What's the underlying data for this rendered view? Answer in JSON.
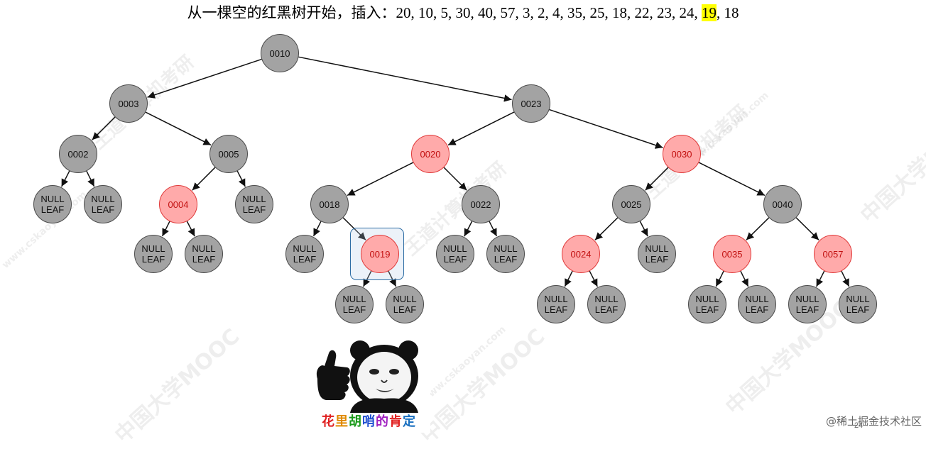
{
  "title": {
    "prefix": "从一棵空的红黑树开始，插入：20, 10, 5, 30, 40, 57, 3, 2, 4, 35, 25, 18, 22, 23, 24, ",
    "highlight": "19",
    "suffix": ", 18"
  },
  "tree": {
    "nodes": [
      {
        "id": "0010",
        "label": "0010",
        "color": "black"
      },
      {
        "id": "0003",
        "label": "0003",
        "color": "black"
      },
      {
        "id": "0023",
        "label": "0023",
        "color": "black"
      },
      {
        "id": "0002",
        "label": "0002",
        "color": "black"
      },
      {
        "id": "0005",
        "label": "0005",
        "color": "black"
      },
      {
        "id": "0020",
        "label": "0020",
        "color": "red"
      },
      {
        "id": "0030",
        "label": "0030",
        "color": "red"
      },
      {
        "id": "0004",
        "label": "0004",
        "color": "red"
      },
      {
        "id": "0018",
        "label": "0018",
        "color": "black"
      },
      {
        "id": "0022",
        "label": "0022",
        "color": "black"
      },
      {
        "id": "0025",
        "label": "0025",
        "color": "black"
      },
      {
        "id": "0040",
        "label": "0040",
        "color": "black"
      },
      {
        "id": "0019",
        "label": "0019",
        "color": "red",
        "selected": true
      },
      {
        "id": "0024",
        "label": "0024",
        "color": "red"
      },
      {
        "id": "0035",
        "label": "0035",
        "color": "red"
      },
      {
        "id": "0057",
        "label": "0057",
        "color": "red"
      },
      {
        "id": "L1",
        "label": "NULL\nLEAF",
        "color": "black",
        "leaf": true
      },
      {
        "id": "L2",
        "label": "NULL\nLEAF",
        "color": "black",
        "leaf": true
      },
      {
        "id": "L3",
        "label": "NULL\nLEAF",
        "color": "black",
        "leaf": true
      },
      {
        "id": "L4",
        "label": "NULL\nLEAF",
        "color": "black",
        "leaf": true
      },
      {
        "id": "L5",
        "label": "NULL\nLEAF",
        "color": "black",
        "leaf": true
      },
      {
        "id": "L6",
        "label": "NULL\nLEAF",
        "color": "black",
        "leaf": true
      },
      {
        "id": "L7",
        "label": "NULL\nLEAF",
        "color": "black",
        "leaf": true
      },
      {
        "id": "L8",
        "label": "NULL\nLEAF",
        "color": "black",
        "leaf": true
      },
      {
        "id": "L9",
        "label": "NULL\nLEAF",
        "color": "black",
        "leaf": true
      },
      {
        "id": "L10",
        "label": "NULL\nLEAF",
        "color": "black",
        "leaf": true
      },
      {
        "id": "L11",
        "label": "NULL\nLEAF",
        "color": "black",
        "leaf": true
      },
      {
        "id": "L12",
        "label": "NULL\nLEAF",
        "color": "black",
        "leaf": true
      },
      {
        "id": "L13",
        "label": "NULL\nLEAF",
        "color": "black",
        "leaf": true
      },
      {
        "id": "L14",
        "label": "NULL\nLEAF",
        "color": "black",
        "leaf": true
      },
      {
        "id": "L15",
        "label": "NULL\nLEAF",
        "color": "black",
        "leaf": true
      },
      {
        "id": "L16",
        "label": "NULL\nLEAF",
        "color": "black",
        "leaf": true
      },
      {
        "id": "L17",
        "label": "NULL\nLEAF",
        "color": "black",
        "leaf": true
      }
    ],
    "edges": [
      [
        "0010",
        "0003"
      ],
      [
        "0010",
        "0023"
      ],
      [
        "0003",
        "0002"
      ],
      [
        "0003",
        "0005"
      ],
      [
        "0023",
        "0020"
      ],
      [
        "0023",
        "0030"
      ],
      [
        "0002",
        "L1"
      ],
      [
        "0002",
        "L2"
      ],
      [
        "0005",
        "0004"
      ],
      [
        "0005",
        "L3"
      ],
      [
        "0020",
        "0018"
      ],
      [
        "0020",
        "0022"
      ],
      [
        "0030",
        "0025"
      ],
      [
        "0030",
        "0040"
      ],
      [
        "0004",
        "L4"
      ],
      [
        "0004",
        "L5"
      ],
      [
        "0018",
        "L6"
      ],
      [
        "0018",
        "0019"
      ],
      [
        "0022",
        "L7"
      ],
      [
        "0022",
        "L8"
      ],
      [
        "0025",
        "0024"
      ],
      [
        "0025",
        "L9"
      ],
      [
        "0040",
        "0035"
      ],
      [
        "0040",
        "0057"
      ],
      [
        "0019",
        "L10"
      ],
      [
        "0019",
        "L11"
      ],
      [
        "0024",
        "L12"
      ],
      [
        "0024",
        "L13"
      ],
      [
        "0035",
        "L14"
      ],
      [
        "0035",
        "L15"
      ],
      [
        "0057",
        "L16"
      ],
      [
        "0057",
        "L17"
      ]
    ]
  },
  "meme": {
    "caption": [
      {
        "text": "花",
        "color": "#e02020"
      },
      {
        "text": "里",
        "color": "#e08a00"
      },
      {
        "text": "胡",
        "color": "#1a9a1a"
      },
      {
        "text": "哨",
        "color": "#2050d0"
      },
      {
        "text": "的",
        "color": "#a020c0"
      },
      {
        "text": "肯",
        "color": "#e02020"
      },
      {
        "text": "定",
        "color": "#1a70c0"
      }
    ]
  },
  "watermarks": {
    "school": "中国大学MOOC",
    "brand": "王道计算机考研",
    "site": "www.cskaoyan.com"
  },
  "footer": {
    "credit": "@稀土掘金技术社区",
    "page": "24"
  }
}
